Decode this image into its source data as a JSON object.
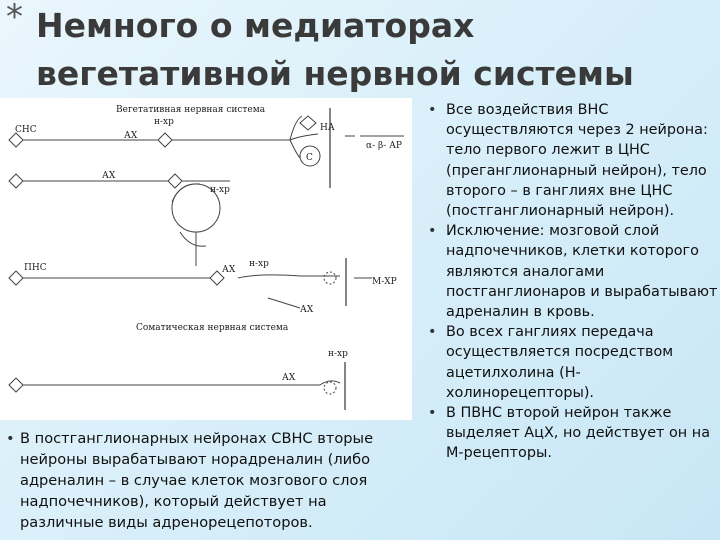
{
  "title": {
    "star": "*",
    "line1": "Немного о медиаторах",
    "line2": "вегетативной нервной системы"
  },
  "diagram": {
    "header_vns": "Вегетативная нервная система",
    "sns": "СНС",
    "n_hr": "н-хр",
    "ah": "АХ",
    "na": "НА",
    "alpha_beta_ar": "α- β- АР",
    "ah2": "АХ",
    "c": "С",
    "n_hr2": "н-хр",
    "pns": "ПНС",
    "ah3": "АХ",
    "n_hr3": "н-хр",
    "m_hr": "М-ХР",
    "ah4": "АХ",
    "header_somatic": "Соматическая нервная система",
    "n_hr4": "н-хр",
    "ah5": "АХ"
  },
  "left_bullets": [
    "В постганглионарных нейронах СВНС вторые нейроны вырабатывают норадреналин (либо адреналин – в случае клеток мозгового слоя надпочечников), который действует на различные виды адренорецепоторов."
  ],
  "right_bullets": [
    "Все воздействия ВНС осуществляются через 2 нейрона: тело первого лежит в ЦНС (преганглионарный нейрон), тело второго – в ганглиях вне ЦНС (постганглионарный нейрон).",
    "Исключение: мозговой слой надпочечников, клетки которого являются аналогами постганглионаров и вырабатывают адреналин в кровь.",
    "Во всех ганглиях передача осуществляется посредством ацетилхолина (Н-холинорецепторы).",
    "В ПВНС второй нейрон также выделяет АцХ, но действует он на М-рецепторы."
  ]
}
